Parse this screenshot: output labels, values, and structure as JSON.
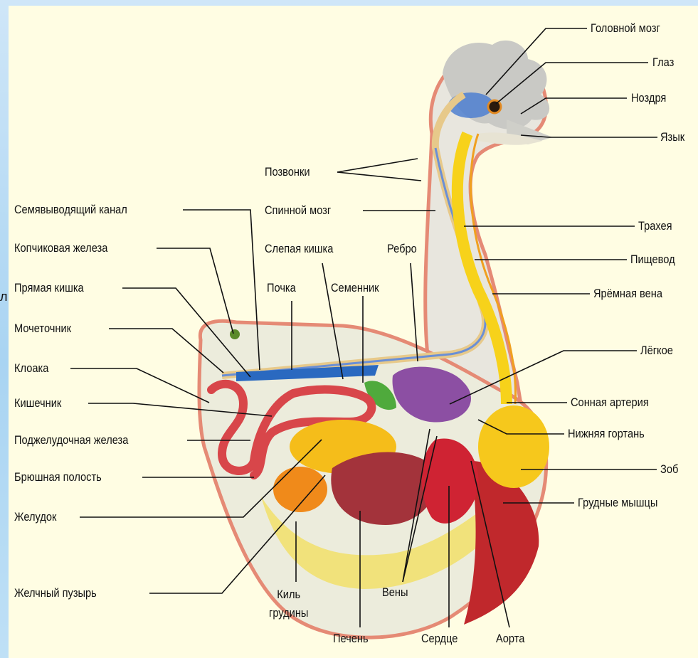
{
  "labels": {
    "golovnoy_mozg": "Головной мозг",
    "glaz": "Глаз",
    "nozdrya": "Ноздря",
    "yazyk": "Язык",
    "pozvonki": "Позвонки",
    "spinnoy_mozg": "Спинной мозг",
    "slepaya_kishka": "Слепая кишка",
    "rebro": "Ребро",
    "pochka": "Почка",
    "semennik": "Семенник",
    "trakheya": "Трахея",
    "pishchevod": "Пищевод",
    "yaremnaya_vena": "Ярёмная вена",
    "legkoe": "Лёгкое",
    "sonnaya_arteriya": "Сонная артерия",
    "nizhnyaya_gortan": "Нижняя гортань",
    "zob": "Зоб",
    "grudnye_myshtsy": "Грудные мышцы",
    "semyavyvodyashchiy_kanal": "Семявыводящий канал",
    "kopchikovaya_zheleza": "Копчиковая железа",
    "pryamaya_kishka": "Прямая кишка",
    "mochetochnik": "Мочеточник",
    "kloaka": "Клоака",
    "kishechnik": "Кишечник",
    "podzheludochnaya_zheleza": "Поджелудочная железа",
    "bryushnaya_polost": "Брюшная полость",
    "zheludok": "Желудок",
    "zhelchnyy_puzyr": "Желчный пузырь",
    "kil_grudiny": "Киль\nгрудины",
    "pechen": "Печень",
    "veny": "Вены",
    "serdtse": "Сердце",
    "aorta": "Аорта"
  },
  "edge_char": "л",
  "colors": {
    "background": "#fffde3",
    "slide": "#b6dbf5",
    "body_fill": "#ececdc",
    "esophagus": "#f7d21a",
    "crop": "#f6c81c",
    "liver": "#a3333b",
    "heart": "#cf2333",
    "lung": "#8c4fa3",
    "stomach": "#f5bd1a",
    "intestine": "#d8464a",
    "muscle": "#c0282c",
    "brain": "#4d7fd0",
    "testis": "#4faa3c",
    "kidney": "#2a69c0"
  }
}
